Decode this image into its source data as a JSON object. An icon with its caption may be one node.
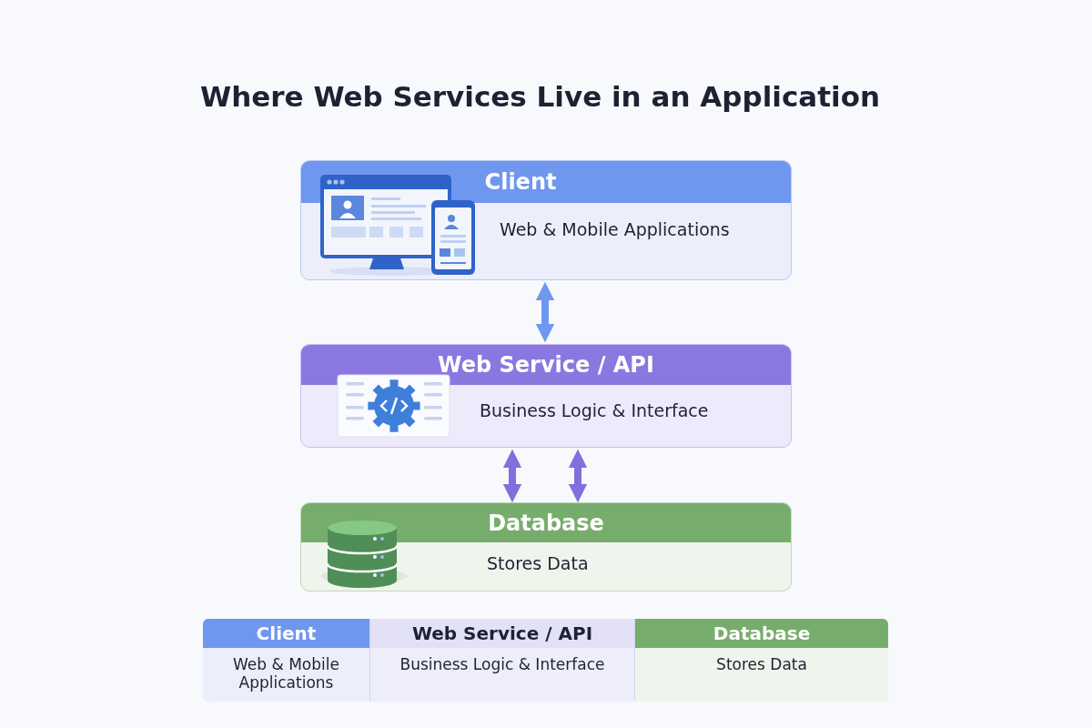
{
  "diagram": {
    "title": "Where Web Services Live in an Application",
    "nodes": [
      {
        "text": [
          "Client",
          "Web & Mobile Applications"
        ]
      },
      {
        "text": [
          "Web Service / API",
          "Business Logic & Interface"
        ]
      },
      {
        "text": [
          "Database",
          "Stores Data"
        ]
      }
    ],
    "edges": [
      {
        "from": 0,
        "to": 1,
        "arrow": "both"
      },
      {
        "from": 1,
        "to": 2,
        "arrow": "both"
      },
      {
        "from": 1,
        "to": 2,
        "arrow": "both"
      }
    ],
    "labels": [
      "Client",
      "Web Service / API",
      "Database",
      "Web & Mobile Applications",
      "Business Logic & Interface",
      "Stores Data"
    ]
  }
}
